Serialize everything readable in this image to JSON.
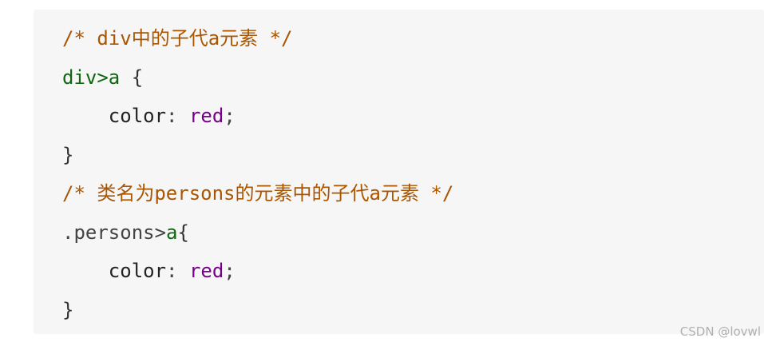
{
  "code_block": {
    "lines": [
      [
        {
          "text": "/* div中的子代a元素 */",
          "type": "comment"
        }
      ],
      [
        {
          "text": "div>a",
          "type": "selector"
        },
        {
          "text": " {",
          "type": "brace"
        }
      ],
      [
        {
          "text": "    ",
          "type": "punct"
        },
        {
          "text": "color",
          "type": "property"
        },
        {
          "text": ": ",
          "type": "punct"
        },
        {
          "text": "red",
          "type": "value"
        },
        {
          "text": ";",
          "type": "punct"
        }
      ],
      [
        {
          "text": "}",
          "type": "brace"
        }
      ],
      [
        {
          "text": "/* 类名为persons的元素中的子代a元素 */",
          "type": "comment"
        }
      ],
      [
        {
          "text": ".persons>",
          "type": "punct"
        },
        {
          "text": "a",
          "type": "selector"
        },
        {
          "text": "{",
          "type": "brace"
        }
      ],
      [
        {
          "text": "    ",
          "type": "punct"
        },
        {
          "text": "color",
          "type": "property"
        },
        {
          "text": ": ",
          "type": "punct"
        },
        {
          "text": "red",
          "type": "value"
        },
        {
          "text": ";",
          "type": "punct"
        }
      ],
      [
        {
          "text": "}",
          "type": "brace"
        }
      ]
    ]
  },
  "watermark": {
    "text": "CSDN @lovwl"
  },
  "colors": {
    "background": "#f6f6f6",
    "comment": "#aa5500",
    "selector": "#116611",
    "value": "#770088",
    "text": "#333333",
    "watermark": "#b0b0b0"
  }
}
